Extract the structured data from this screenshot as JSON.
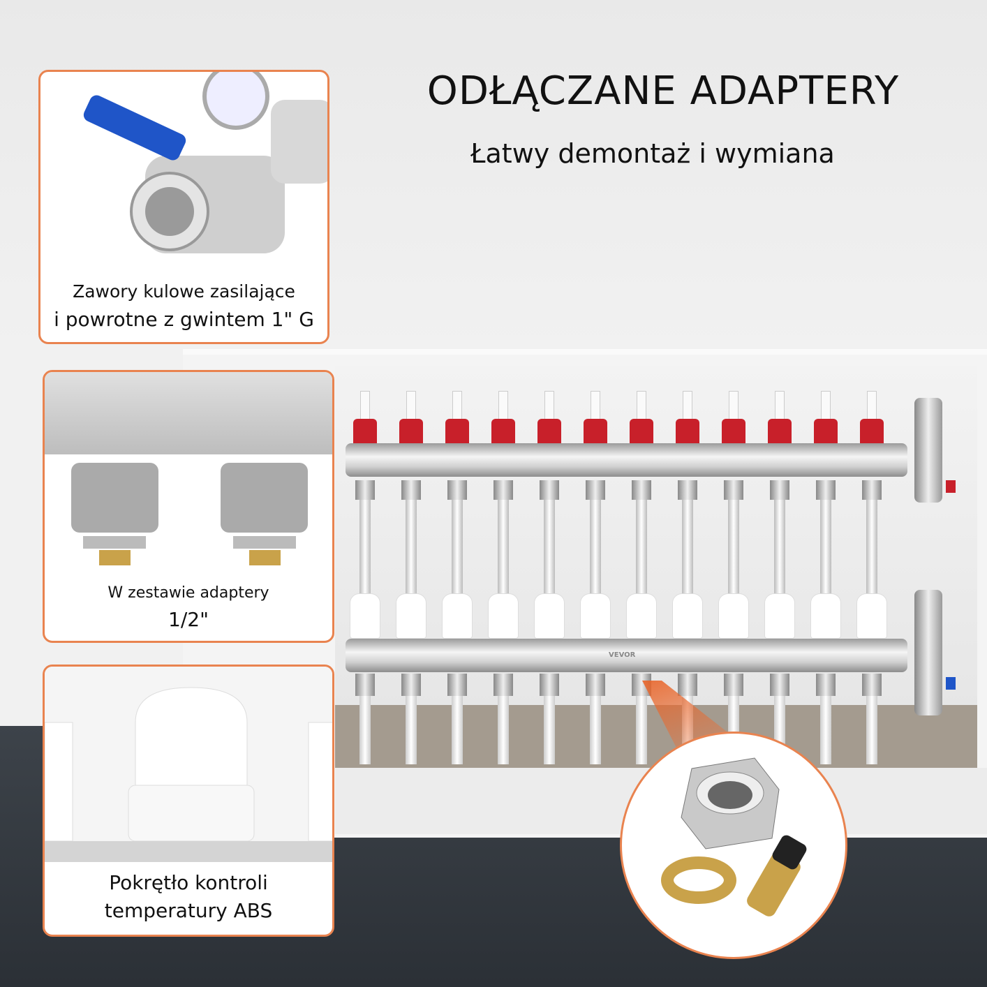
{
  "header": {
    "title": "ODŁĄCZANE ADAPTERY",
    "subtitle": "Łatwy demontaż i wymiana"
  },
  "panels": [
    {
      "caption_line1": "Zawory kulowe zasilające",
      "caption_line2": "i powrotne z gwintem 1\" G"
    },
    {
      "caption_line1": "W zestawie adaptery",
      "caption_line2": "1/2\""
    },
    {
      "caption_line1": "Pokrętło kontroli",
      "caption_line2": "temperatury ABS"
    }
  ],
  "brand": "VEVOR",
  "colors": {
    "accent": "#e9834f",
    "flowmeter_red": "#c8202a",
    "valve_blue": "#1f55c8"
  }
}
